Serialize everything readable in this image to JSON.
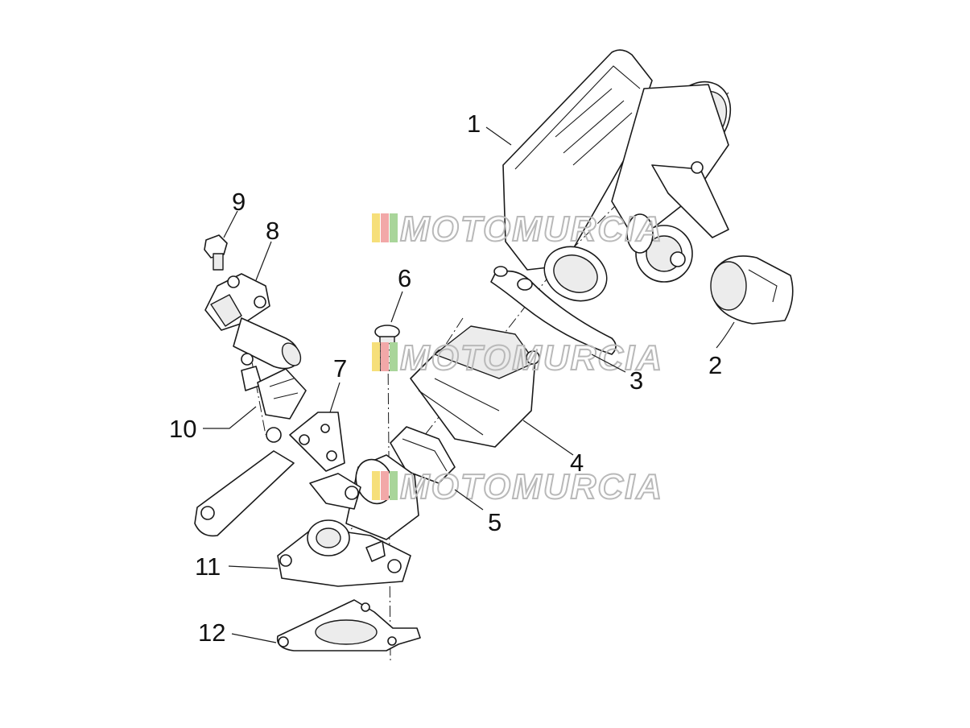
{
  "diagram": {
    "callouts": [
      {
        "id": "c1",
        "label": "1"
      },
      {
        "id": "c2",
        "label": "2"
      },
      {
        "id": "c3",
        "label": "3"
      },
      {
        "id": "c4",
        "label": "4"
      },
      {
        "id": "c5",
        "label": "5"
      },
      {
        "id": "c6",
        "label": "6"
      },
      {
        "id": "c7",
        "label": "7"
      },
      {
        "id": "c8",
        "label": "8"
      },
      {
        "id": "c9",
        "label": "9"
      },
      {
        "id": "c10",
        "label": "10"
      },
      {
        "id": "c11",
        "label": "11"
      },
      {
        "id": "c12",
        "label": "12"
      }
    ],
    "watermark": {
      "text": "MOTOMURCIA",
      "stripe_colors": [
        "#f6df7a",
        "#f2a8a8",
        "#a9d59a"
      ]
    }
  }
}
